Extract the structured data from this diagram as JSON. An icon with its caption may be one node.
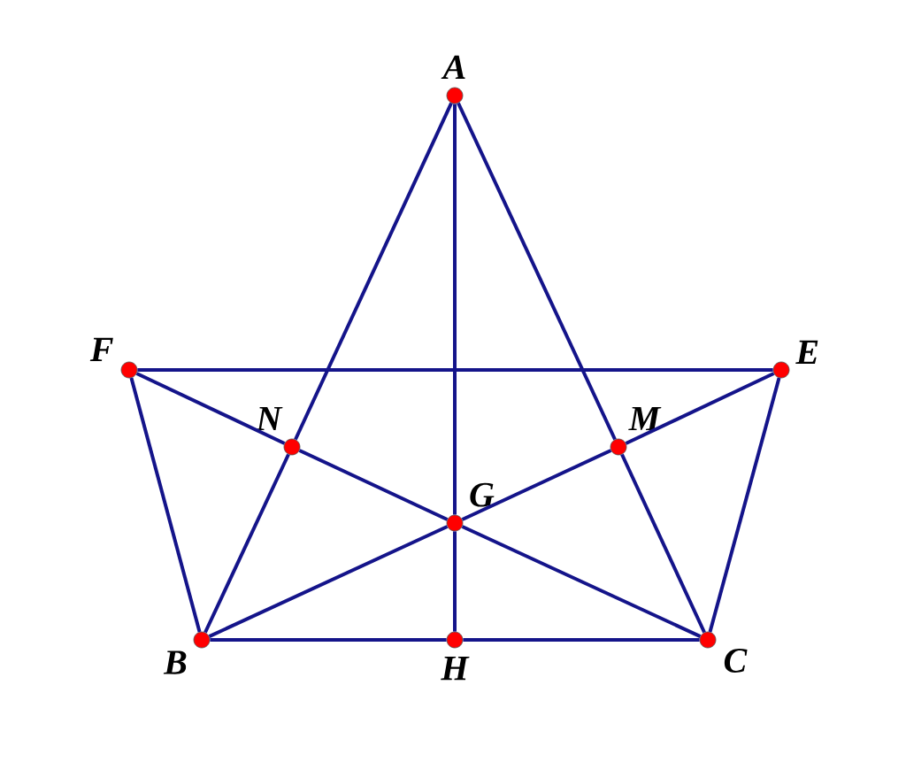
{
  "diagram": {
    "nodes": [
      {
        "text": [
          "A"
        ]
      },
      {
        "text": [
          "F"
        ]
      },
      {
        "text": [
          "E"
        ]
      },
      {
        "text": [
          "N"
        ]
      },
      {
        "text": [
          "M"
        ]
      },
      {
        "text": [
          "G"
        ]
      },
      {
        "text": [
          "B"
        ]
      },
      {
        "text": [
          "H"
        ]
      },
      {
        "text": [
          "C"
        ]
      }
    ],
    "edges": [
      {
        "from": 0,
        "to": 3,
        "arrow": "none"
      },
      {
        "from": 3,
        "to": 6,
        "arrow": "none"
      },
      {
        "from": 0,
        "to": 4,
        "arrow": "none"
      },
      {
        "from": 4,
        "to": 8,
        "arrow": "none"
      },
      {
        "from": 0,
        "to": 5,
        "arrow": "none"
      },
      {
        "from": 5,
        "to": 7,
        "arrow": "none"
      },
      {
        "from": 1,
        "to": 2,
        "arrow": "none"
      },
      {
        "from": 1,
        "to": 3,
        "arrow": "none"
      },
      {
        "from": 3,
        "to": 5,
        "arrow": "none"
      },
      {
        "from": 5,
        "to": 8,
        "arrow": "none"
      },
      {
        "from": 2,
        "to": 4,
        "arrow": "none"
      },
      {
        "from": 4,
        "to": 5,
        "arrow": "none"
      },
      {
        "from": 5,
        "to": 6,
        "arrow": "none"
      },
      {
        "from": 1,
        "to": 6,
        "arrow": "none"
      },
      {
        "from": 2,
        "to": 8,
        "arrow": "none"
      },
      {
        "from": 6,
        "to": 7,
        "arrow": "none"
      },
      {
        "from": 7,
        "to": 8,
        "arrow": "none"
      }
    ]
  }
}
